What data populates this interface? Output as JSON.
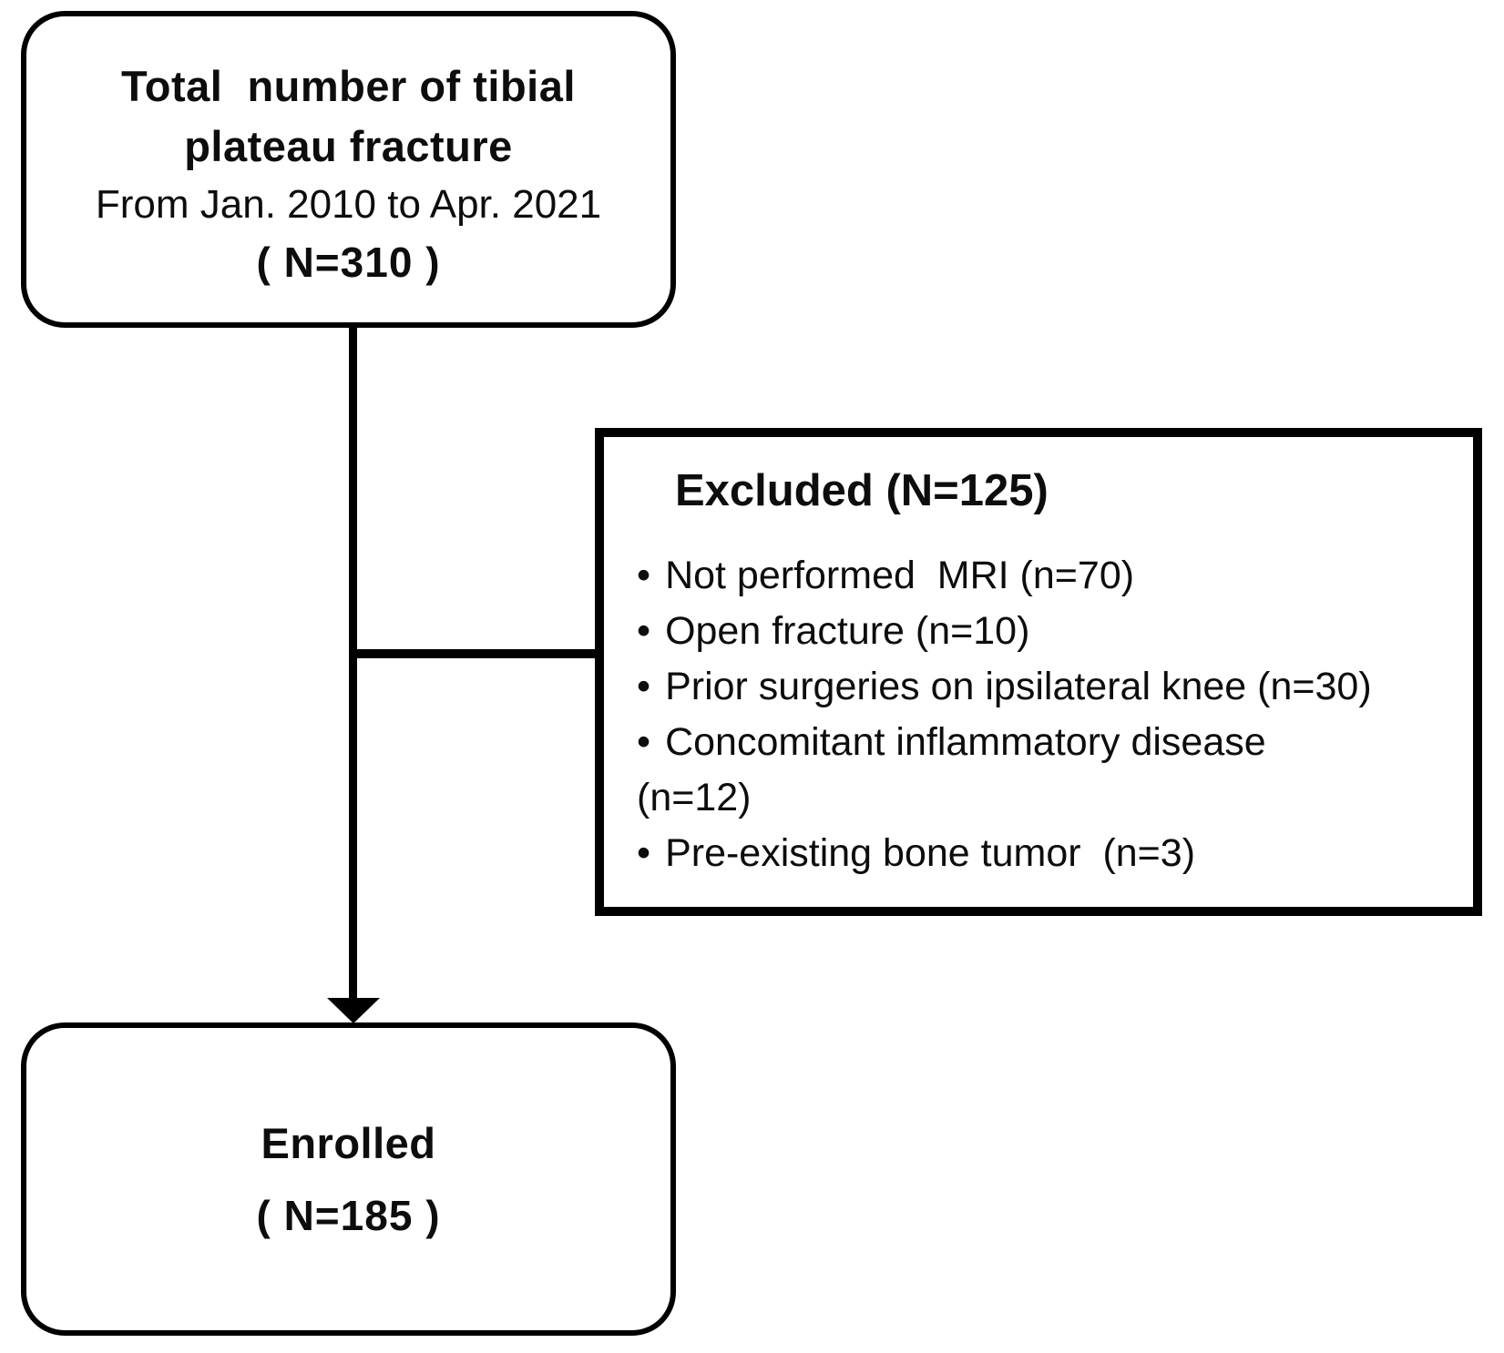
{
  "flowchart": {
    "total_box": {
      "line1": "Total  number of tibial",
      "line2": "plateau fracture",
      "subtitle": "From Jan. 2010 to Apr. 2021",
      "count": "( N=310 )"
    },
    "excluded_box": {
      "title": "Excluded (N=125)",
      "bullet_glyph": "•",
      "items": [
        "Not performed  MRI (n=70)",
        "Open fracture (n=10)",
        "Prior surgeries on ipsilateral knee (n=30)",
        "Concomitant inflammatory disease\n(n=12)",
        "Pre-existing bone tumor  (n=3)"
      ]
    },
    "enrolled_box": {
      "title": "Enrolled",
      "count": "( N=185 )"
    },
    "colors": {
      "line": "#000000",
      "text": "#0d0d0d",
      "background": "#ffffff"
    }
  }
}
